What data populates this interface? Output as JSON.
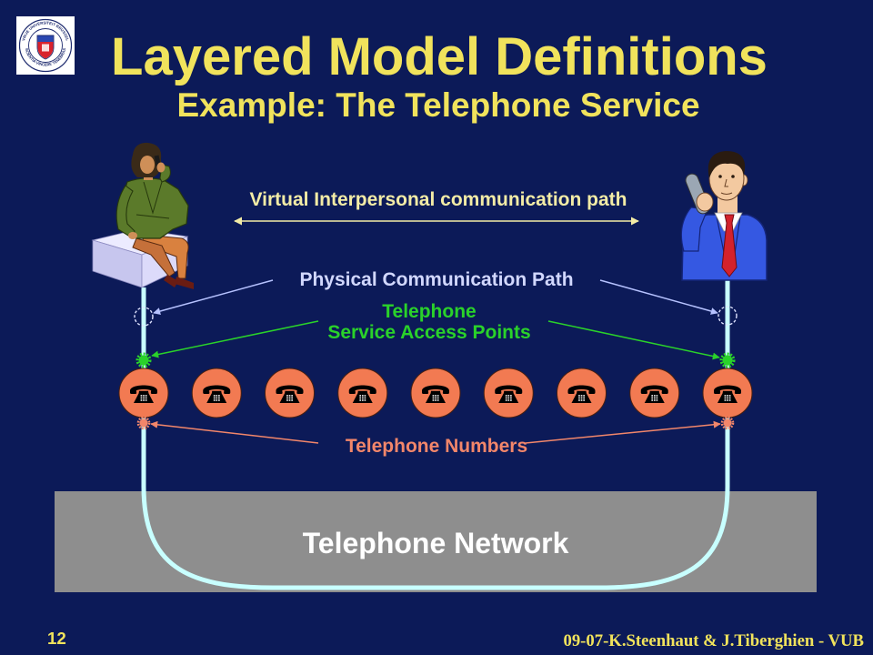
{
  "slide": {
    "title": "Layered Model Definitions",
    "subtitle": "Example: The Telephone Service",
    "page_number": "12",
    "footer": "09-07-K.Steenhaut & J.Tiberghien - VUB"
  },
  "logo": {
    "icon": "vub-seal-icon",
    "ring_text_top": "VRIJE UNIVERSITEIT BRUSSEL",
    "ring_text_bottom": "SCIENTIA VINCERE TENEBRAS"
  },
  "diagram": {
    "users": {
      "icons": [
        "woman-on-phone-icon",
        "man-on-phone-icon"
      ]
    },
    "virtual_path": {
      "label": "Virtual Interpersonal communication path"
    },
    "physical_path": {
      "label": "Physical Communication Path",
      "endpoint_icon": "dashed-circle-icon"
    },
    "access_points": {
      "label_line1": "Telephone",
      "label_line2": "Service Access Points",
      "marker_icon": "green-starburst-icon"
    },
    "telephones": {
      "count": 9,
      "icon": "telephone-icon"
    },
    "numbers": {
      "label": "Telephone Numbers",
      "marker_icon": "salmon-starburst-icon"
    },
    "network": {
      "label": "Telephone Network"
    }
  },
  "colors": {
    "background": "#0c1a58",
    "title": "#f1e35c",
    "virtual_label": "#f3eca6",
    "physical_label": "#d2d8ff",
    "physical_line": "#b6c2ff",
    "access_point": "#2ad22a",
    "numbers": "#f2866a",
    "phone_disc": "#f27a52",
    "connection_line": "#c8ffff",
    "network_box": "#8e8e8e",
    "network_label": "#ffffff"
  }
}
